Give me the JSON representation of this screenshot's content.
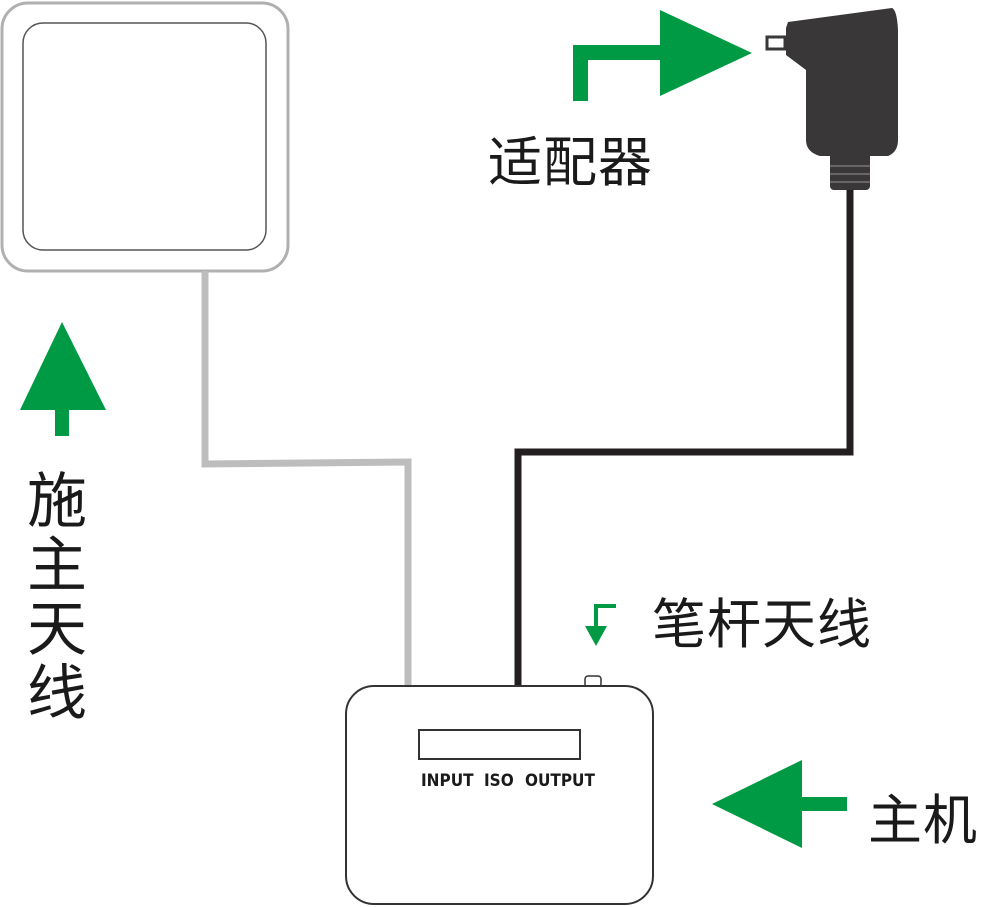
{
  "labels": {
    "adapter": "适配器",
    "whip_antenna": "笔杆天线",
    "host": "主机",
    "main_antenna": "施主天线"
  },
  "ports": {
    "input": "INPUT",
    "iso": "ISO",
    "output": "OUTPUT"
  },
  "colors": {
    "arrow": "#009a45",
    "cable_antenna": "#bdbdbd",
    "cable_power": "#231f20",
    "adapter_body": "#3a3738",
    "outline": "#333333"
  }
}
